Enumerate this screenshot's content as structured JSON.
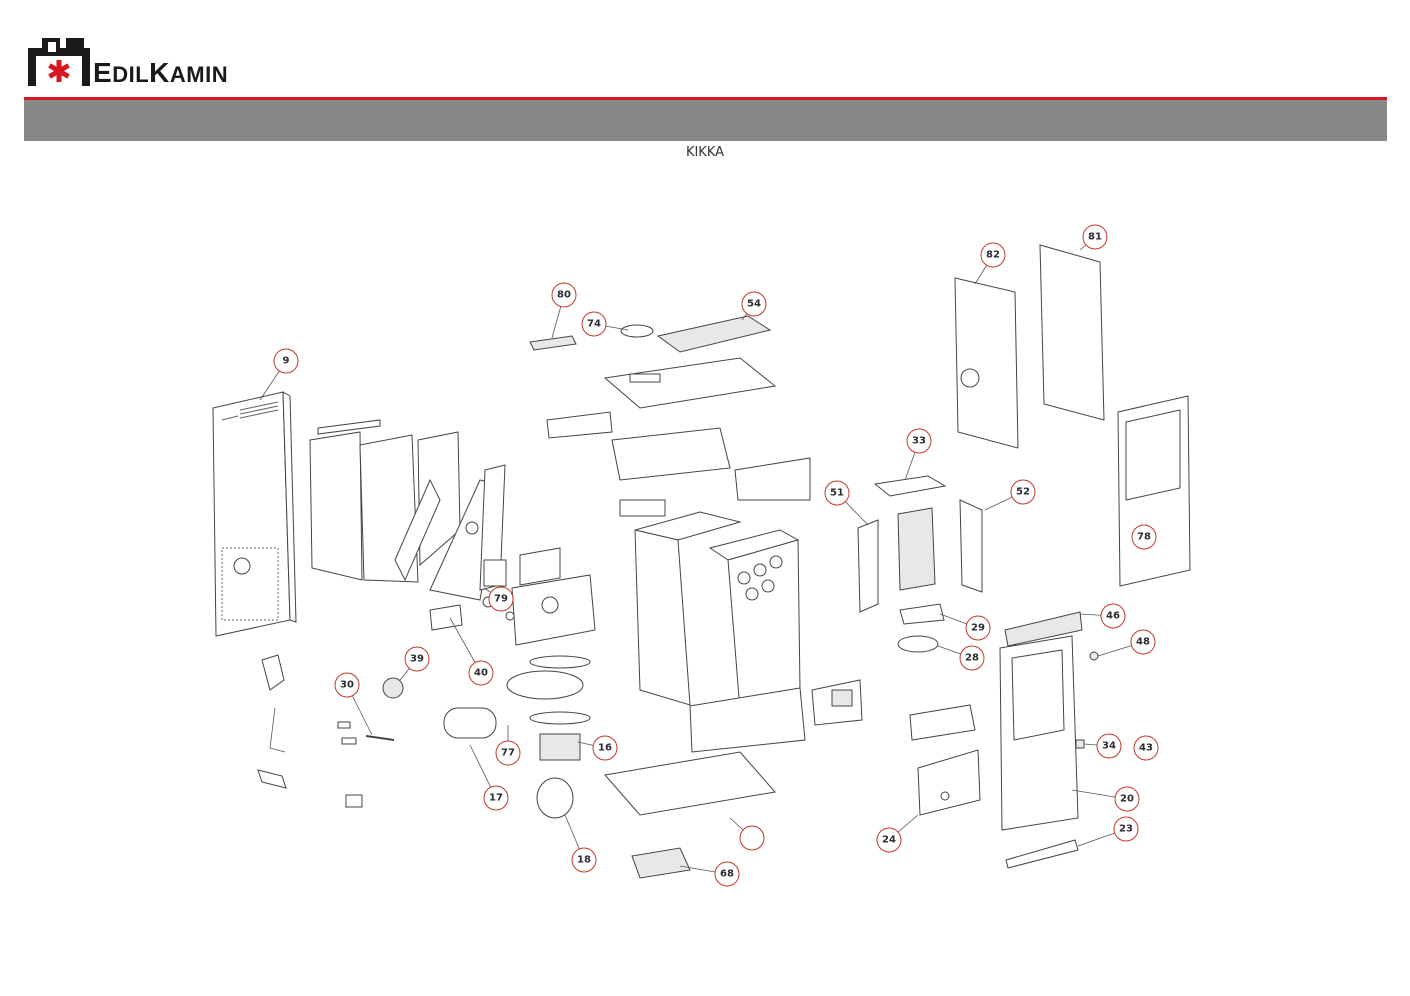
{
  "header": {
    "brand_first": "E",
    "brand_rest1": "DIL",
    "brand_k": "K",
    "brand_rest2": "AMIN",
    "model": "KIKKA"
  },
  "colors": {
    "accent_red": "#d7171f",
    "band_gray": "#878787",
    "callout_red": "#c0392b"
  },
  "callouts": [
    "80",
    "74",
    "54",
    "82",
    "81",
    "9",
    "33",
    "51",
    "52",
    "78",
    "79",
    "40",
    "39",
    "30",
    "29",
    "46",
    "28",
    "48",
    "16",
    "77",
    "34",
    "43",
    "17",
    "20",
    "23",
    "24",
    "18",
    "68",
    ""
  ]
}
